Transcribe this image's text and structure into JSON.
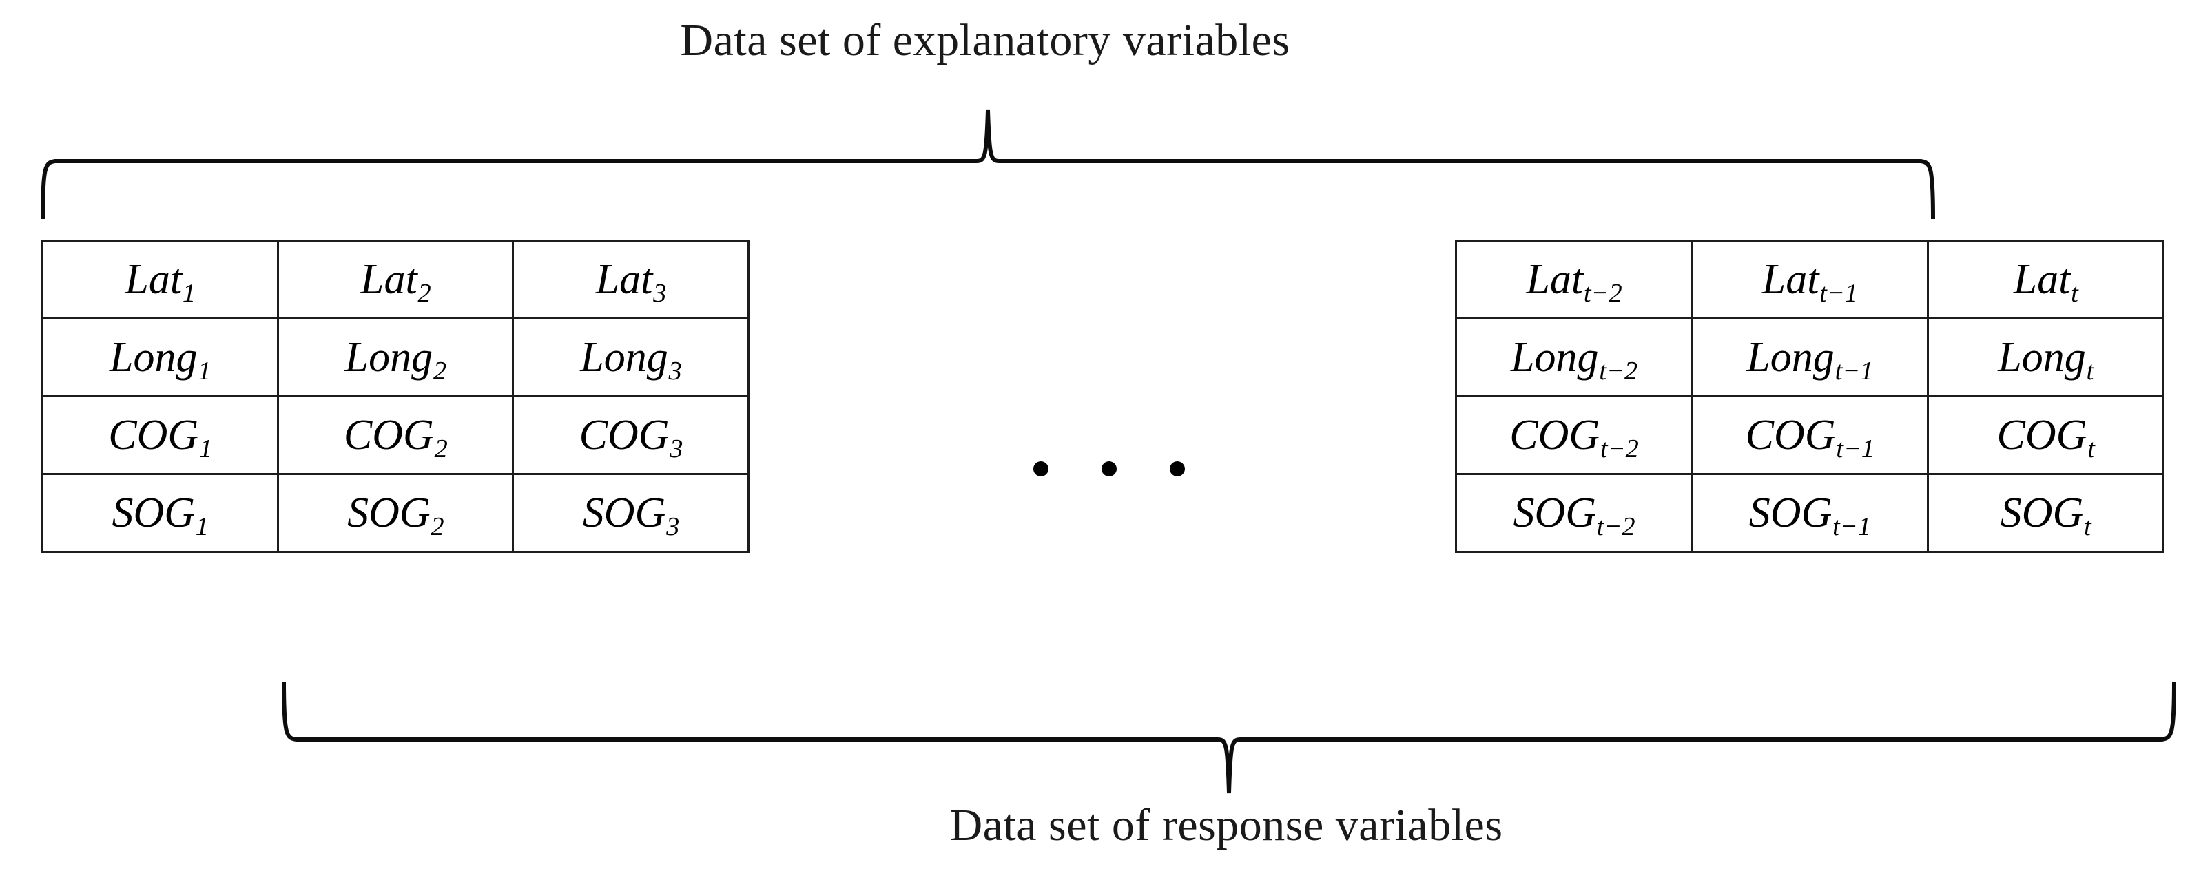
{
  "figure": {
    "top_caption": "Data set of explanatory variables",
    "bottom_caption": "Data set of response variables",
    "ellipsis": "...",
    "line_color": "#0d0d0d",
    "border_color": "#1c1c1c",
    "background_color": "#ffffff"
  },
  "left_table": {
    "name": "early-timesteps-table",
    "columns": [
      "1",
      "2",
      "3"
    ],
    "rows": [
      {
        "variable": "Lat",
        "cells": [
          {
            "base": "Lat",
            "sub": "1",
            "text": "Lat₁"
          },
          {
            "base": "Lat",
            "sub": "2",
            "text": "Lat₂"
          },
          {
            "base": "Lat",
            "sub": "3",
            "text": "Lat₃"
          }
        ]
      },
      {
        "variable": "Long",
        "cells": [
          {
            "base": "Long",
            "sub": "1",
            "text": "Long₁"
          },
          {
            "base": "Long",
            "sub": "2",
            "text": "Long₂"
          },
          {
            "base": "Long",
            "sub": "3",
            "text": "Long₃"
          }
        ]
      },
      {
        "variable": "COG",
        "cells": [
          {
            "base": "COG",
            "sub": "1",
            "text": "COG₁"
          },
          {
            "base": "COG",
            "sub": "2",
            "text": "COG₂"
          },
          {
            "base": "COG",
            "sub": "3",
            "text": "COG₃"
          }
        ]
      },
      {
        "variable": "SOG",
        "cells": [
          {
            "base": "SOG",
            "sub": "1",
            "text": "SOG₁"
          },
          {
            "base": "SOG",
            "sub": "2",
            "text": "SOG₂"
          },
          {
            "base": "SOG",
            "sub": "3",
            "text": "SOG₃"
          }
        ]
      }
    ]
  },
  "right_table": {
    "name": "late-timesteps-table",
    "columns": [
      "t−2",
      "t−1",
      "t"
    ],
    "rows": [
      {
        "variable": "Lat",
        "cells": [
          {
            "base": "Lat",
            "sub": "t−2",
            "text": "Lat t−2"
          },
          {
            "base": "Lat",
            "sub": "t−1",
            "text": "Lat t−1"
          },
          {
            "base": "Lat",
            "sub": "t",
            "text": "Lat t"
          }
        ]
      },
      {
        "variable": "Long",
        "cells": [
          {
            "base": "Long",
            "sub": "t−2",
            "text": "Long t−2"
          },
          {
            "base": "Long",
            "sub": "t−1",
            "text": "Long t−1"
          },
          {
            "base": "Long",
            "sub": "t",
            "text": "Long t"
          }
        ]
      },
      {
        "variable": "COG",
        "cells": [
          {
            "base": "COG",
            "sub": "t−2",
            "text": "COG t−2"
          },
          {
            "base": "COG",
            "sub": "t−1",
            "text": "COG t−1"
          },
          {
            "base": "COG",
            "sub": "t",
            "text": "COG t"
          }
        ]
      },
      {
        "variable": "SOG",
        "cells": [
          {
            "base": "SOG",
            "sub": "t−2",
            "text": "SOG t−2"
          },
          {
            "base": "SOG",
            "sub": "t−1",
            "text": "SOG t−1"
          },
          {
            "base": "SOG",
            "sub": "t",
            "text": "SOG t"
          }
        ]
      }
    ]
  }
}
